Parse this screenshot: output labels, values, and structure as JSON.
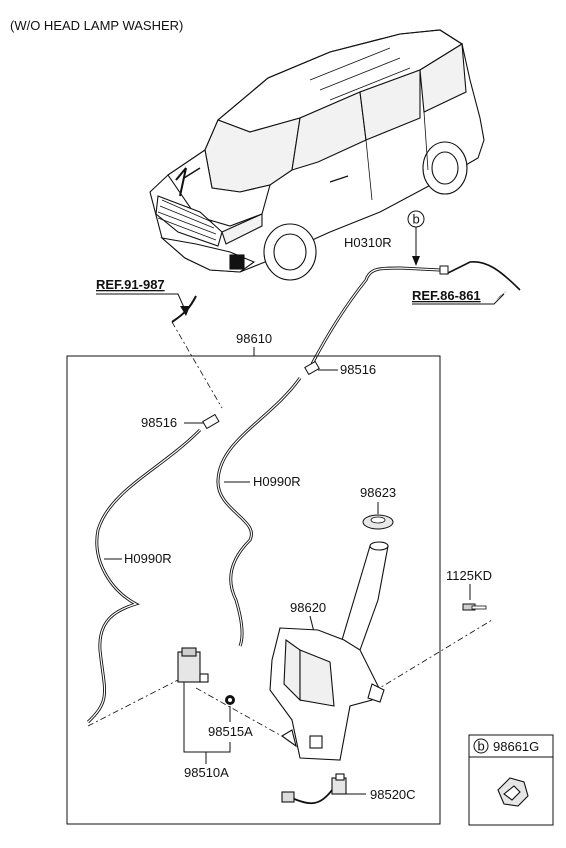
{
  "header": {
    "title": "(W/O HEAD LAMP WASHER)"
  },
  "labels": {
    "ref_left": "REF.91-987",
    "ref_right": "REF.86-861",
    "hose_main": "H0310R",
    "assembly": "98610",
    "nozzle_top": "98516",
    "nozzle_left": "98516",
    "hose_right": "H0990R",
    "hose_left": "H0990R",
    "cap": "98623",
    "reservoir": "98620",
    "bolt": "1125KD",
    "grommet": "98515A",
    "pump": "98510A",
    "sensor": "98520C",
    "circle_b_top": "b",
    "circle_b_legend": "b",
    "legend_part": "98661G"
  },
  "colors": {
    "line": "#111111",
    "fill_part": "#d8d8d8",
    "fill_dark": "#8a8a8a"
  }
}
